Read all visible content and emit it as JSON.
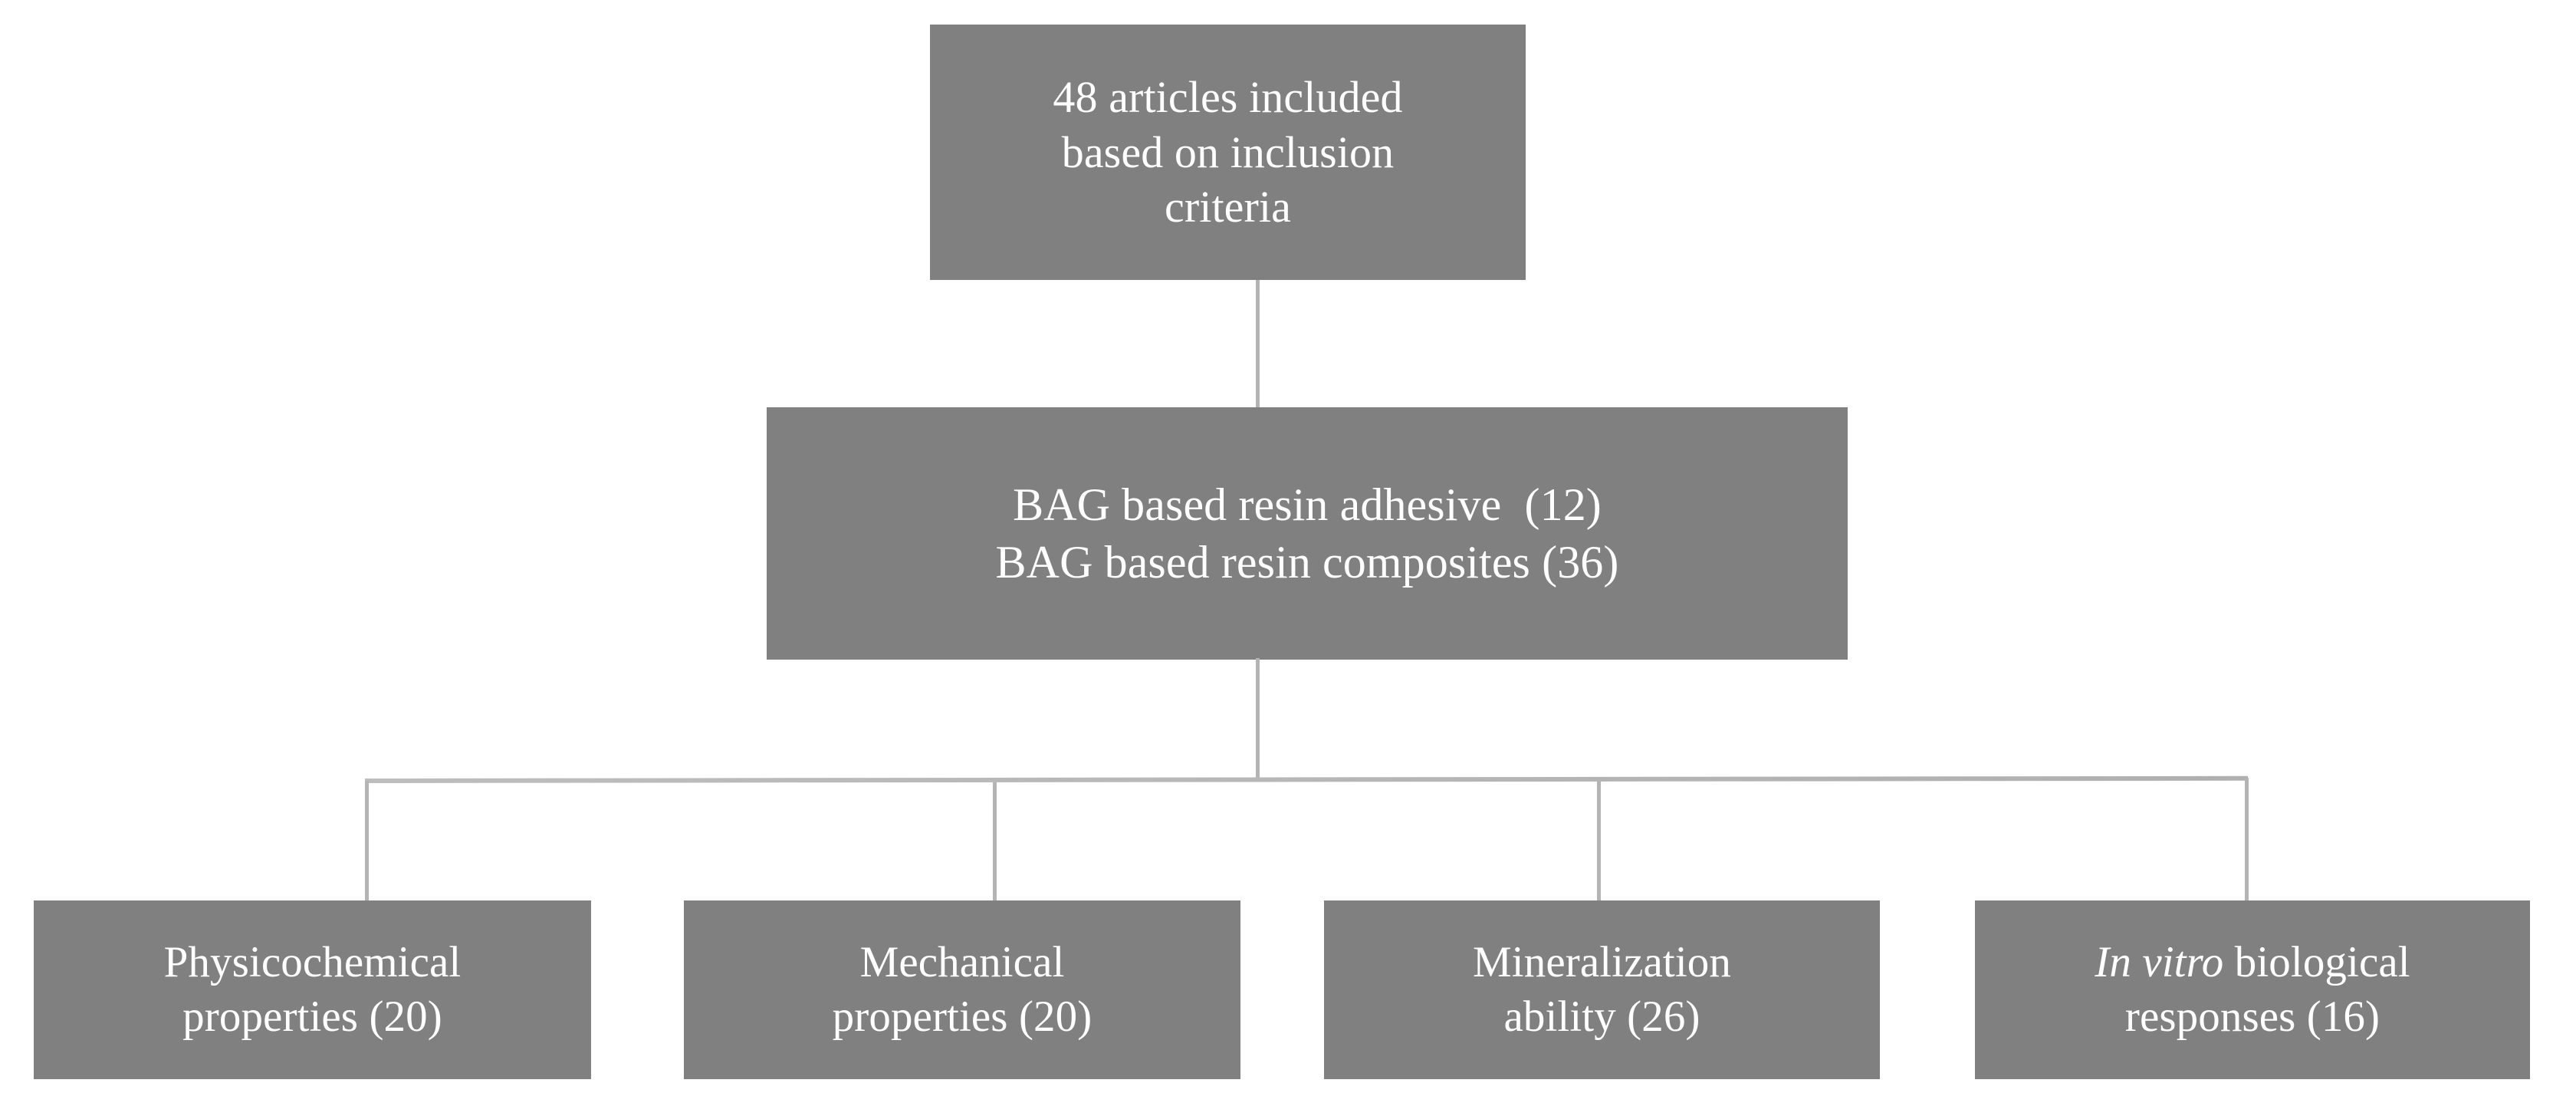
{
  "diagram": {
    "type": "flowchart",
    "orientation": "top-down",
    "box_fill_color": "#808080",
    "box_text_color": "#ffffff",
    "connector_color": "#b4b4b4",
    "background_color": "#ffffff",
    "nodes": {
      "top": {
        "lines": [
          "48 articles included",
          "based on inclusion",
          "criteria"
        ],
        "count": 48
      },
      "middle": {
        "lines": [
          "BAG based resin adhesive  (12)",
          "BAG based resin composites (36)"
        ],
        "items": [
          {
            "label": "BAG based resin adhesive",
            "count": 12
          },
          {
            "label": "BAG based resin composites",
            "count": 36
          }
        ]
      },
      "leaves": [
        {
          "lines": [
            "Physicochemical",
            "properties (20)"
          ],
          "label": "Physicochemical properties",
          "count": 20,
          "italic_prefix": ""
        },
        {
          "lines": [
            "Mechanical",
            "properties (20)"
          ],
          "label": "Mechanical properties",
          "count": 20,
          "italic_prefix": ""
        },
        {
          "lines": [
            "Mineralization",
            "ability (26)"
          ],
          "label": "Mineralization ability",
          "count": 26,
          "italic_prefix": ""
        },
        {
          "lines": [
            "In vitro biological",
            "responses (16)"
          ],
          "label": "In vitro biological responses",
          "count": 16,
          "italic_prefix": "In vitro",
          "roman_rest": " biological"
        }
      ]
    }
  }
}
